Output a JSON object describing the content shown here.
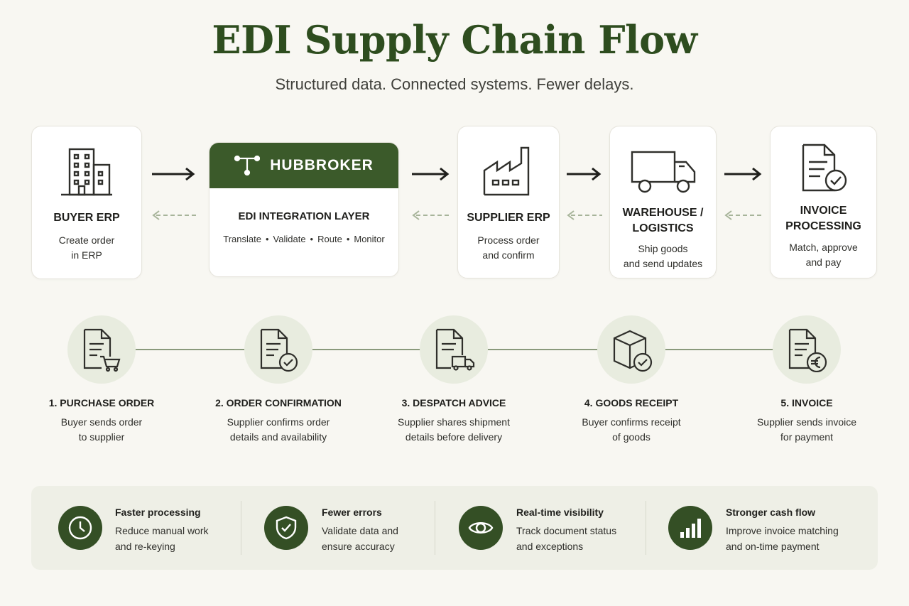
{
  "header": {
    "title": "EDI Supply Chain Flow",
    "subtitle": "Structured data. Connected systems. Fewer delays."
  },
  "flow": {
    "buyer": {
      "title": "BUYER ERP",
      "desc1": "Create order",
      "desc2": "in ERP",
      "icon": "building-icon"
    },
    "hub": {
      "brand": "HUBBROKER",
      "title": "EDI INTEGRATION LAYER",
      "items": [
        "Translate",
        "Validate",
        "Route",
        "Monitor"
      ],
      "separator": "•",
      "icon": "network-hub-icon"
    },
    "supplier": {
      "title": "SUPPLIER ERP",
      "desc1": "Process order",
      "desc2": "and confirm",
      "icon": "factory-icon"
    },
    "warehouse": {
      "title1": "WAREHOUSE /",
      "title2": "LOGISTICS",
      "desc1": "Ship goods",
      "desc2": "and send updates",
      "icon": "truck-icon"
    },
    "invoice": {
      "title1": "INVOICE",
      "title2": "PROCESSING",
      "desc1": "Match, approve",
      "desc2": "and pay",
      "icon": "document-check-icon"
    }
  },
  "steps": [
    {
      "title": "1. PURCHASE ORDER",
      "desc1": "Buyer sends order",
      "desc2": "to supplier",
      "icon": "document-cart-icon"
    },
    {
      "title": "2. ORDER CONFIRMATION",
      "desc1": "Supplier confirms order",
      "desc2": "details and availability",
      "icon": "document-check-icon"
    },
    {
      "title": "3. DESPATCH ADVICE",
      "desc1": "Supplier shares shipment",
      "desc2": "details before delivery",
      "icon": "document-truck-icon"
    },
    {
      "title": "4. GOODS RECEIPT",
      "desc1": "Buyer confirms receipt",
      "desc2": "of goods",
      "icon": "box-check-icon"
    },
    {
      "title": "5. INVOICE",
      "desc1": "Supplier sends invoice",
      "desc2": "for payment",
      "icon": "document-euro-icon"
    }
  ],
  "benefits": [
    {
      "title": "Faster processing",
      "desc1": "Reduce manual work",
      "desc2": "and re-keying",
      "icon": "clock-icon"
    },
    {
      "title": "Fewer errors",
      "desc1": "Validate data and",
      "desc2": "ensure accuracy",
      "icon": "shield-check-icon"
    },
    {
      "title": "Real-time visibility",
      "desc1": "Track document status",
      "desc2": "and exceptions",
      "icon": "eye-icon"
    },
    {
      "title": "Stronger cash flow",
      "desc1": "Improve invoice matching",
      "desc2": "and on-time payment",
      "icon": "bar-chart-icon"
    }
  ],
  "colors": {
    "brand_dark": "#3b5a2a",
    "accent_green": "#344f25",
    "circle_bg": "#e8ecdf",
    "dashed_arrow": "#a7b49a",
    "background": "#f8f7f2"
  }
}
